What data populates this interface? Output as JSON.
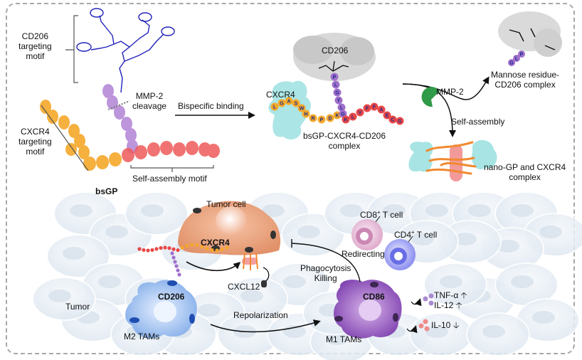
{
  "top_panel": {
    "molecule": {
      "name": "bsGP",
      "cd206_motif_label": "CD206 targeting motif",
      "cd206_motif_lines": [
        "CD206",
        "targeting",
        "motif"
      ],
      "cxcr4_motif_lines": [
        "CXCR4",
        "targeting",
        "motif"
      ],
      "mmp2_lines": [
        "MMP-2",
        "cleavage"
      ],
      "self_assembly_label": "Self-assembly motif"
    },
    "step1_arrow_label": "Bispecific binding",
    "complex": {
      "cd206_label": "CD206",
      "cxcr4_label": "CXCR4",
      "name_lines": [
        "bsGP-CXCR4-CD206",
        "complex"
      ],
      "cxcr4_sequence": [
        "L",
        "G",
        "A",
        "S",
        "W",
        "H",
        "R",
        "P",
        "D",
        "K"
      ],
      "cd206_sequence": [
        "P",
        "L",
        "G",
        "Y",
        "L",
        "G"
      ],
      "assembly_sequence": [
        "K",
        "L",
        "V",
        "F",
        "F",
        "A",
        "E",
        "C",
        "G"
      ]
    },
    "mmp2_label": "MMP-2",
    "mannose_complex_lines": [
      "Mannose residue-",
      "CD206 complex"
    ],
    "mannose_fragment_sequence": [
      "P",
      "L",
      "G"
    ],
    "self_assembly_label": "Self-assembly",
    "nano_complex_lines": [
      "nano-GP and CXCR4",
      "complex"
    ]
  },
  "bottom_panel": {
    "tumor_label": "Tumor",
    "tumor_cell_label": "Tumor cell",
    "cxcr4_label": "CXCR4",
    "cxcl12_label": "CXCL12",
    "cd206_label": "CD206",
    "m2_label": "M2 TAMs",
    "repolarization_label": "Repolarization",
    "m1_label": "M1 TAMs",
    "cd86_label": "CD86",
    "phagocytosis_lines": [
      "Phagocytosis",
      "Killing"
    ],
    "cd8_label": "CD8",
    "cd4_label": "CD4",
    "t_cell_suffix": " T cell",
    "plus": "+",
    "redirecting_label": "Redirecting",
    "cytokines": [
      {
        "name": "TNF-α",
        "trend": "up"
      },
      {
        "name": "IL-12",
        "trend": "up"
      },
      {
        "name": "IL-10",
        "trend": "down"
      }
    ]
  },
  "colors": {
    "cxcr4_motif": "#f4a82a",
    "cd206_linker": "#a070cc",
    "assembly_motif": "#e84848",
    "glycan": "#2222bb",
    "protein_cyan": "#a8e4e4",
    "protein_grey": "#d4d4d4",
    "enzyme_green": "#2f9a48",
    "tumor_cell": "#eba27c",
    "m2_tam": "#a9c8f2",
    "m1_tam": "#9a5cc0",
    "cd8_cell": "#e6b8d6",
    "cd4_cell": "#9a9cf2"
  }
}
